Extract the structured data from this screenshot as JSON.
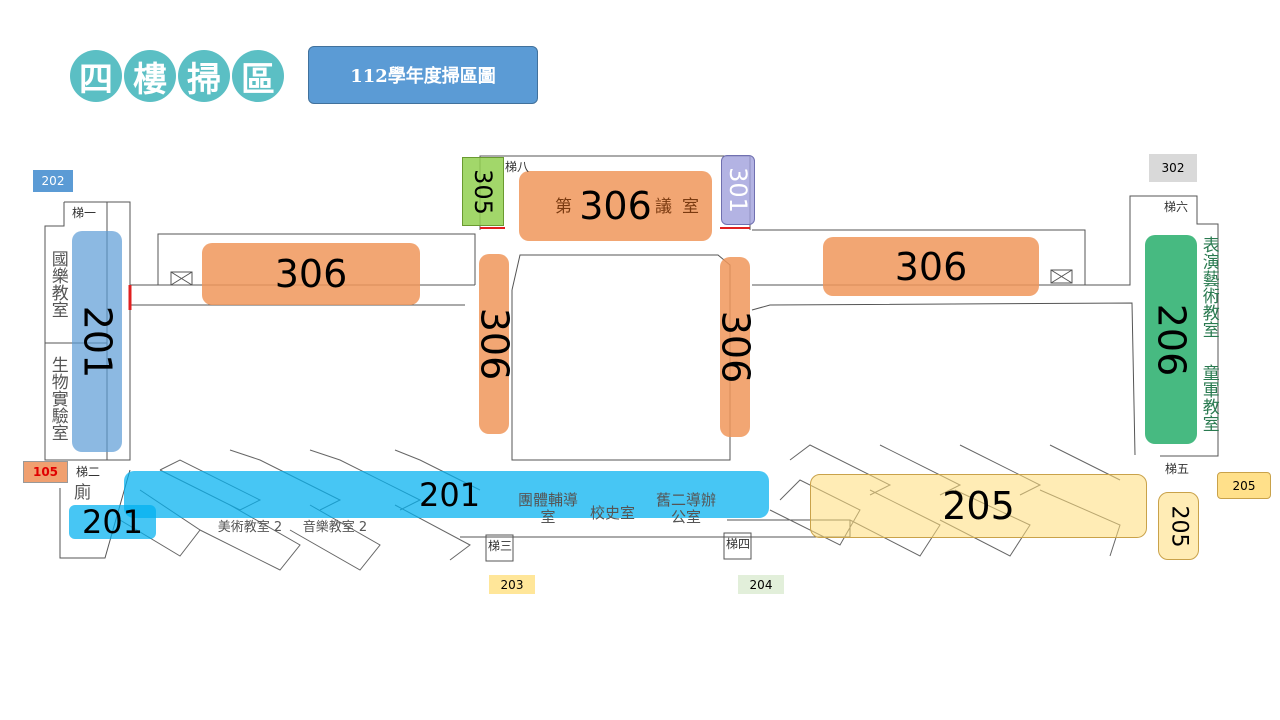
{
  "header": {
    "logo_chars": [
      "四",
      "樓",
      "掃",
      "區"
    ],
    "title": "112學年度掃區圖"
  },
  "zones": {
    "z306_top_left": "306",
    "z306_top_center": "306",
    "z306_top_right": "306",
    "z306_vert_left": "306",
    "z306_vert_right": "306",
    "z305": "305",
    "z301": "301",
    "z201_left": "201",
    "z201_corridor": "201",
    "z201_toilet": "201",
    "z206": "206",
    "z205_main": "205",
    "z205_small": "205"
  },
  "rooms": {
    "music": "國樂教室",
    "bio": "生物實驗室",
    "performing": "表演藝術教室",
    "scout": "童軍教室",
    "meeting_a": "第",
    "meeting_b": "議",
    "meeting_c": "室",
    "art": "美術教室 2",
    "music2": "音樂教室 2",
    "counsel": "團體輔導室",
    "history": "校史室",
    "office": "舊二導辦公室",
    "toilet": "廁"
  },
  "stairs": {
    "s1": "梯一",
    "s2": "梯二",
    "s3": "梯三",
    "s4": "梯四",
    "s5": "梯五",
    "s6": "梯六",
    "s8": "梯八"
  },
  "tags": {
    "t202": "202",
    "t105": "105",
    "t302": "302",
    "t205": "205",
    "t203": "203",
    "t204": "204"
  }
}
